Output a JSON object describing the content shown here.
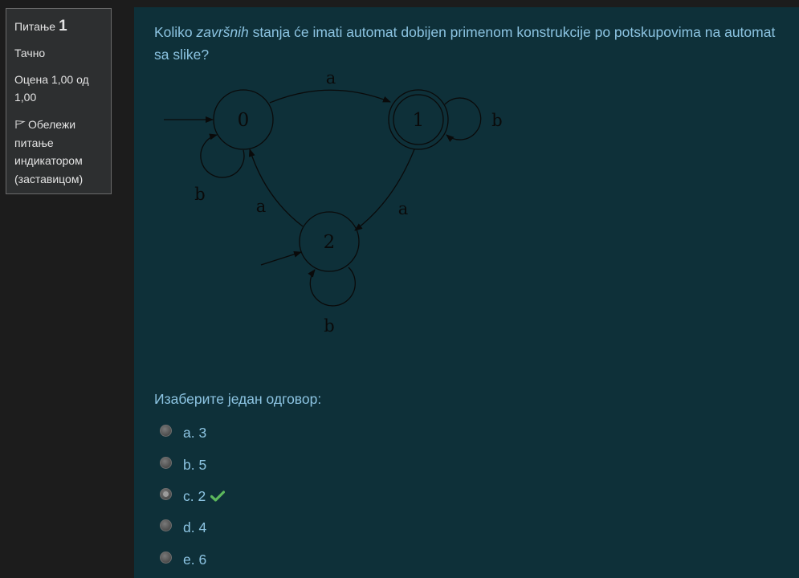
{
  "info": {
    "question_label": "Питање",
    "question_number": "1",
    "state": "Тачно",
    "grade": "Оцена 1,00 од 1,00",
    "flag_label": "Обележи питање индикатором (заставицом)"
  },
  "question": {
    "text_before": "Koliko ",
    "text_em": "završnih",
    "text_after": " stanja će imati automat dobijen primenom konstrukcije po potskupovima na automat sa slike?"
  },
  "diagram": {
    "states": [
      "0",
      "1",
      "2"
    ],
    "final_states": [
      "1"
    ],
    "initial_states": [
      "0",
      "2"
    ],
    "transitions": [
      {
        "from": "0",
        "to": "1",
        "label": "a"
      },
      {
        "from": "1",
        "to": "1",
        "label": "b"
      },
      {
        "from": "1",
        "to": "2",
        "label": "a"
      },
      {
        "from": "2",
        "to": "0",
        "label": "a"
      },
      {
        "from": "0",
        "to": "0",
        "label": "b"
      },
      {
        "from": "2",
        "to": "2",
        "label": "b"
      }
    ]
  },
  "prompt": "Изаберите један одговор:",
  "answers": [
    {
      "label": "a. 3",
      "selected": false
    },
    {
      "label": "b. 5",
      "selected": false
    },
    {
      "label": "c. 2",
      "selected": true,
      "correct": true
    },
    {
      "label": "d. 4",
      "selected": false
    },
    {
      "label": "e. 6",
      "selected": false
    }
  ],
  "colors": {
    "page_bg": "#1c1c1c",
    "content_bg": "#0e3039",
    "text": "#8cc4e2",
    "check": "#5cb85c"
  }
}
